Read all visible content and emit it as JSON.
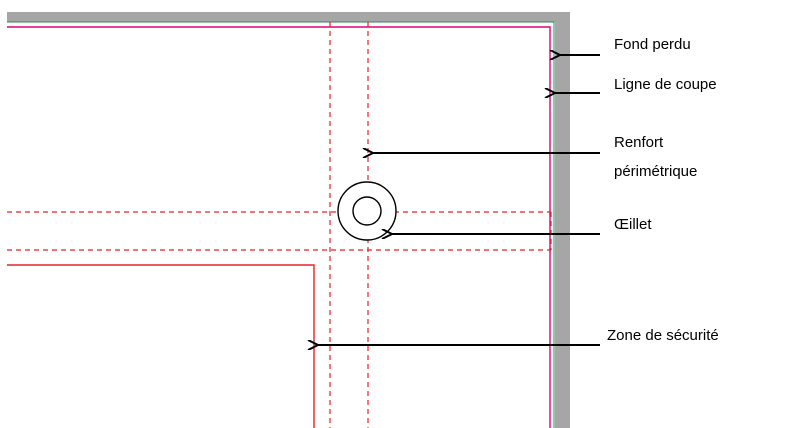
{
  "labels": {
    "bleed": "Fond perdu",
    "cut_line": "Ligne de coupe",
    "reinforcement_line1": "Renfort",
    "reinforcement_line2": "périmétrique",
    "eyelet": "Œillet",
    "safe_zone": "Zone de sécurité"
  },
  "colors": {
    "bleed_area": "#a6a6a6",
    "cut_line": "#e0007a",
    "trim_edge": "#2e8b57",
    "dashed_guides": "#e8202a",
    "safe_zone": "#e8202a",
    "eyelet": "#000000",
    "arrows": "#000000"
  }
}
